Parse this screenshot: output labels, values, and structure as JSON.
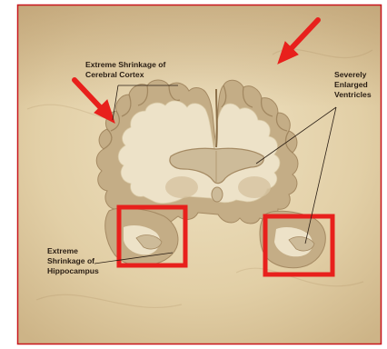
{
  "labels": {
    "cortex_line1": "Extreme Shrinkage of",
    "cortex_line2": "Cerebral Cortex",
    "ventricles_line1": "Severely",
    "ventricles_line2": "Enlarged",
    "ventricles_line3": "Ventricles",
    "hippo_line1": "Extreme",
    "hippo_line2": "Shrinkage of",
    "hippo_line3": "Hippocampus"
  },
  "colors": {
    "frame_border": "#c8161d",
    "annotation_red": "#e8201c",
    "background": "#e3d2aa",
    "white_matter": "#ede2c8",
    "gray_matter": "#c4ad86",
    "ventricle": "#cdbb99"
  }
}
